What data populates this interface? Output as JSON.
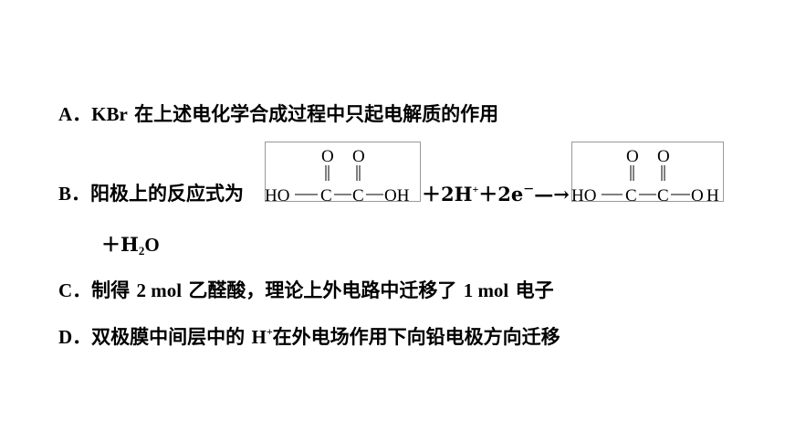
{
  "options": {
    "a": {
      "label": "A．",
      "text_pre": "KBr",
      "text": " 在上述电化学合成过程中只起电解质的作用"
    },
    "b": {
      "label": "B．",
      "text": "阳极上的反应式为",
      "plus1": "＋2H",
      "hplus": "+",
      "plus2": "＋2e",
      "eminus": "－",
      "arrow": "—→",
      "line2_plus": "＋H",
      "line2_sub": "2",
      "line2_o": "O"
    },
    "c": {
      "label": "C．",
      "text1": "制得 ",
      "n1": "2 mol",
      "text2": " 乙醛酸，理论上外电路中迁移了 ",
      "n2": "1 mol",
      "text3": " 电子"
    },
    "d": {
      "label": "D．",
      "text1": "双极膜中间层中的 ",
      "h": "H",
      "hplus": "+",
      "text2": "在外电场作用下向铅电极方向迁移"
    }
  },
  "structures": {
    "left": {
      "o1": "O",
      "o2": "O",
      "ho": "HO",
      "c1": "C",
      "c2": "C",
      "oh": "OH"
    },
    "right": {
      "o1": "O",
      "o2": "O",
      "ho": "HO",
      "c1": "C",
      "c2": "C",
      "oh": "H"
    }
  }
}
